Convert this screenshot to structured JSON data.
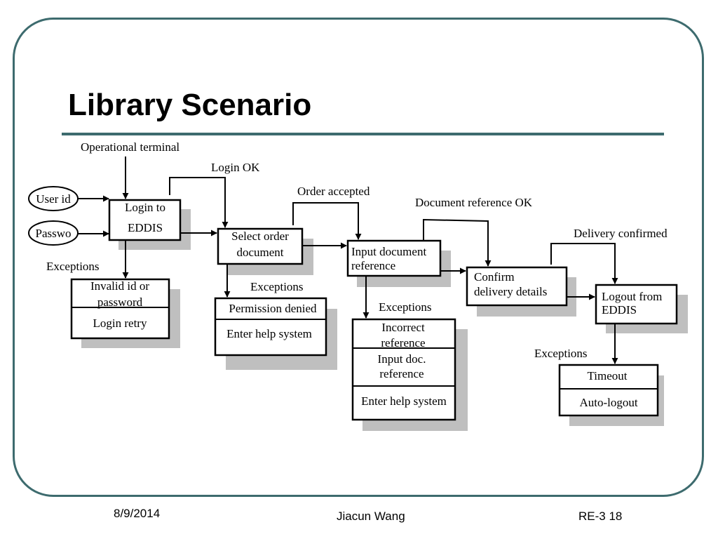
{
  "slide": {
    "title": "Library Scenario",
    "footer": {
      "date": "8/9/2014",
      "author": "Jiacun Wang",
      "page": "RE-3 18"
    }
  },
  "diagram": {
    "inputs": {
      "user_id": "User id",
      "password": "Passwo",
      "terminal": "Operational terminal"
    },
    "labels": {
      "login_ok": "Login OK",
      "order_accepted": "Order accepted",
      "docref_ok": "Document reference OK",
      "delivery_confirmed": "Delivery confirmed"
    },
    "steps": {
      "login": [
        "Login to",
        "EDDIS"
      ],
      "select": [
        "Select order",
        "document"
      ],
      "input": [
        "Input document",
        "reference"
      ],
      "confirm": [
        "Confirm",
        "delivery details"
      ],
      "logout": [
        "Logout from",
        "EDDIS"
      ]
    },
    "exceptions": {
      "label": "Exceptions",
      "login": {
        "row1": [
          "Invalid id or",
          "password"
        ],
        "row2": "Login retry"
      },
      "select": {
        "row1": "Permission denied",
        "row2": "Enter help system"
      },
      "input": {
        "row1": [
          "Incorrect",
          "reference"
        ],
        "row2": [
          "Input doc.",
          "reference"
        ],
        "row3": "Enter help system"
      },
      "logout": {
        "row1": "Timeout",
        "row2": "Auto-logout"
      }
    }
  },
  "colors": {
    "border": "#3d6b6e",
    "shadow": "#bfbfbf",
    "ink": "#000000"
  }
}
